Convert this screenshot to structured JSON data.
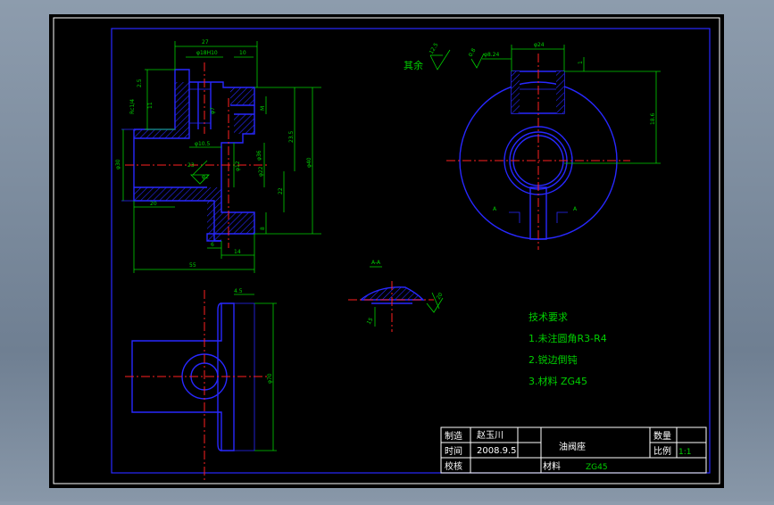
{
  "drawing": {
    "part_name": "油阀座",
    "surface_note": "其余",
    "roughness_rest": "12.5",
    "roughness_small": "0.8",
    "tech_requirements": {
      "title": "技术要求",
      "items": [
        "1.未注圆角R3-R4",
        "2.锐边倒钝",
        "3.材料 ZG45"
      ]
    },
    "title_block": {
      "made_label": "制造",
      "made_value": "赵玉川",
      "date_label": "时间",
      "date_value": "2008.9.5",
      "check_label": "校核",
      "qty_label": "数量",
      "scale_label": "比例",
      "scale_value": "1:1",
      "material_label": "材料",
      "material_value": "ZG45"
    },
    "dimensions": {
      "front_top": "27",
      "front_bore": "φ18H10",
      "front_small": "10",
      "left_25": "2.5",
      "left_m": "M",
      "left_rc": "Rc1/4",
      "left_11": "11",
      "left_phi": "φ7",
      "bore_phi10": "φ10.5",
      "phi12": "φ12",
      "phi22": "φ22",
      "d23": "23",
      "d2": "φ2",
      "phi30": "φ30",
      "phi36": "φ36",
      "phi40": "φ40",
      "d8": "8",
      "d20": "20",
      "d22": "22",
      "d235": "23.5",
      "d6": "6",
      "d14": "14",
      "d55": "55",
      "phi70": "φ70",
      "phi26": "φ26",
      "phi24": "φ24",
      "phi8": "φ8.24",
      "d1": "1",
      "d186": "18.6",
      "d45": "4.5",
      "aa": "A-A",
      "a": "A",
      "d15": "15",
      "d20b": "20"
    }
  }
}
